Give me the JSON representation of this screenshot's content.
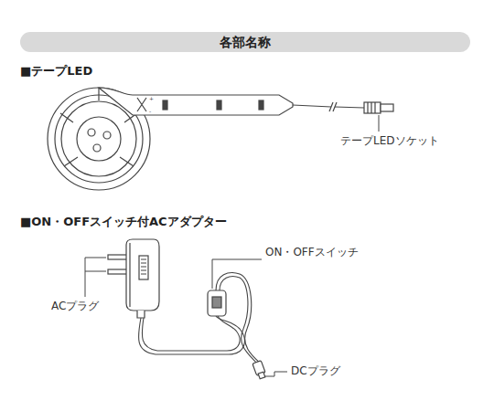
{
  "diagram": {
    "title": "各部名称",
    "labels": [
      "■テープLED",
      "テープLEDソケット",
      "■ON・OFFスイッチ付ACアダプター",
      "ON・OFFスイッチ",
      "ACプラグ",
      "DCプラグ"
    ]
  }
}
